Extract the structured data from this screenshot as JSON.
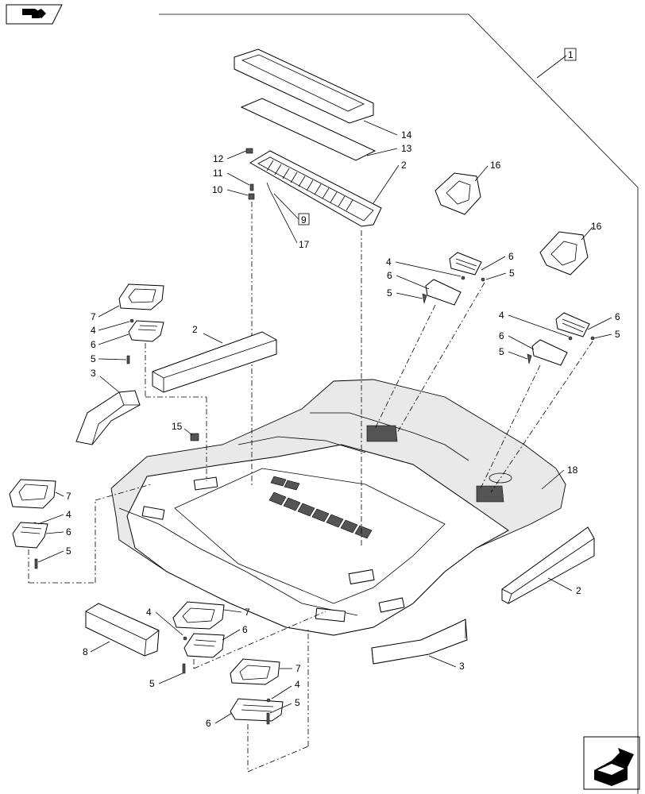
{
  "nav": {
    "top_icon": "parts-catalog-book-icon",
    "bottom_icon": "next-page-arrow-icon"
  },
  "callouts": {
    "c1": "1",
    "c2a": "2",
    "c2b": "2",
    "c2c": "2",
    "c3a": "3",
    "c3b": "3",
    "c4a": "4",
    "c4b": "4",
    "c4c": "4",
    "c4d": "4",
    "c4e": "4",
    "c4f": "4",
    "c5a": "5",
    "c5b": "5",
    "c5c": "5",
    "c5d": "5",
    "c5e": "5",
    "c5f": "5",
    "c5g": "5",
    "c5h": "5",
    "c6a": "6",
    "c6b": "6",
    "c6c": "6",
    "c6d": "6",
    "c6e": "6",
    "c6f": "6",
    "c6g": "6",
    "c6h": "6",
    "c7a": "7",
    "c7b": "7",
    "c7c": "7",
    "c7d": "7",
    "c8": "8",
    "c9": "9",
    "c10": "10",
    "c11": "11",
    "c12": "12",
    "c13": "13",
    "c14": "14",
    "c15": "15",
    "c16a": "16",
    "c16b": "16",
    "c17": "17",
    "c18": "18"
  }
}
